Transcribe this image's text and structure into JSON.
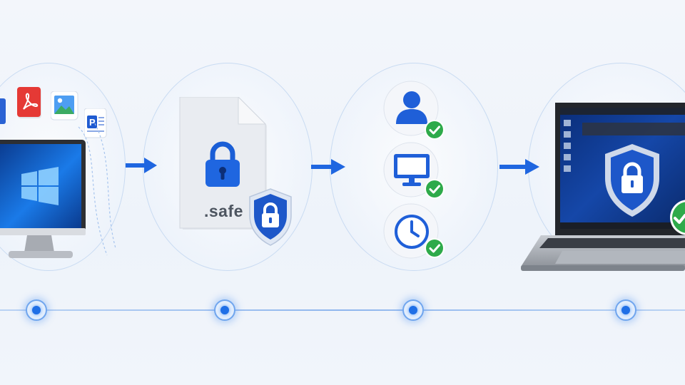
{
  "diagram": {
    "steps": [
      {
        "id": "source-files"
      },
      {
        "id": "encrypted-file",
        "file_extension": ".safe"
      },
      {
        "id": "verification",
        "checks": [
          "user",
          "device",
          "time"
        ]
      },
      {
        "id": "secured-laptop"
      }
    ]
  },
  "colors": {
    "accent_blue": "#1f63d6",
    "check_green": "#2eaa4a",
    "pdf_red": "#e53935",
    "timeline": "#8fb6ee"
  },
  "icons": {
    "file_types": [
      "pdf-file-icon",
      "image-file-icon",
      "word-file-icon",
      "generic-file-icon"
    ],
    "checks": [
      "user-icon",
      "monitor-icon",
      "clock-icon"
    ]
  }
}
